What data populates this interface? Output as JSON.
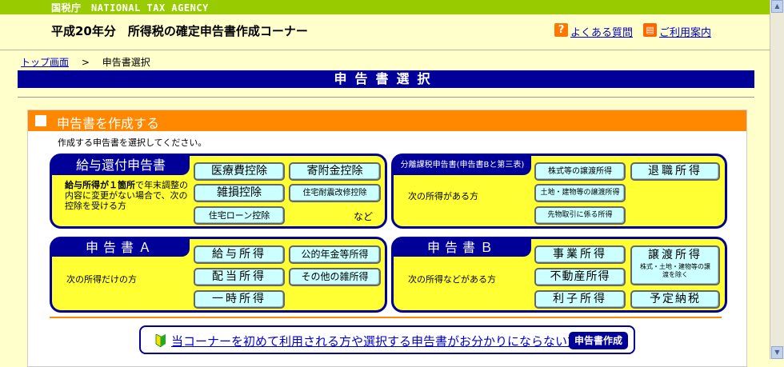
{
  "topbar": {
    "agency": "国税庁　NATIONAL TAX AGENCY"
  },
  "header": {
    "title": "平成20年分　所得税の確定申告書作成コーナー",
    "faq_label": "よくある質問",
    "guide_label": "ご利用案内"
  },
  "breadcrumb": {
    "top": "トップ画面",
    "sep": ">",
    "current": "申告書選択"
  },
  "page_title": "申告書選択",
  "panel": {
    "title": "申告書を作成する",
    "instruction": "作成する申告書を選択してください。"
  },
  "groups": {
    "kyuyo": {
      "title": "給与還付申告書",
      "desc_bold": "給与所得が１箇所",
      "desc_rest": "で年末調整の内容に変更がない場合で、次の控除を受ける方",
      "buttons": [
        "医療費控除",
        "寄附金控除",
        "雑損控除",
        "住宅耐震改修控除",
        "住宅ローン控除"
      ],
      "etc": "など"
    },
    "bunri": {
      "title": "分離課税申告書(申告書Bと第三表)",
      "desc": "次の所得がある方",
      "buttons": [
        "株式等の譲渡所得",
        "退職所得",
        "土地・建物等の譲渡所得",
        "先物取引に係る所得"
      ]
    },
    "a": {
      "title": "申告書Ａ",
      "desc": "次の所得だけの方",
      "buttons": [
        "給与所得",
        "公的年金等所得",
        "配当所得",
        "その他の雑所得",
        "一時所得"
      ]
    },
    "b": {
      "title": "申告書Ｂ",
      "desc": "次の所得などがある方",
      "buttons": [
        "事業所得",
        "譲渡所得",
        "株式・土地・建物等の譲渡を除く",
        "不動産所得",
        "利子所得",
        "予定納税"
      ]
    }
  },
  "guide": {
    "text": "当コーナーを初めて利用される方や選択する申告書がお分かりにならない方",
    "button": "申告書作成"
  }
}
